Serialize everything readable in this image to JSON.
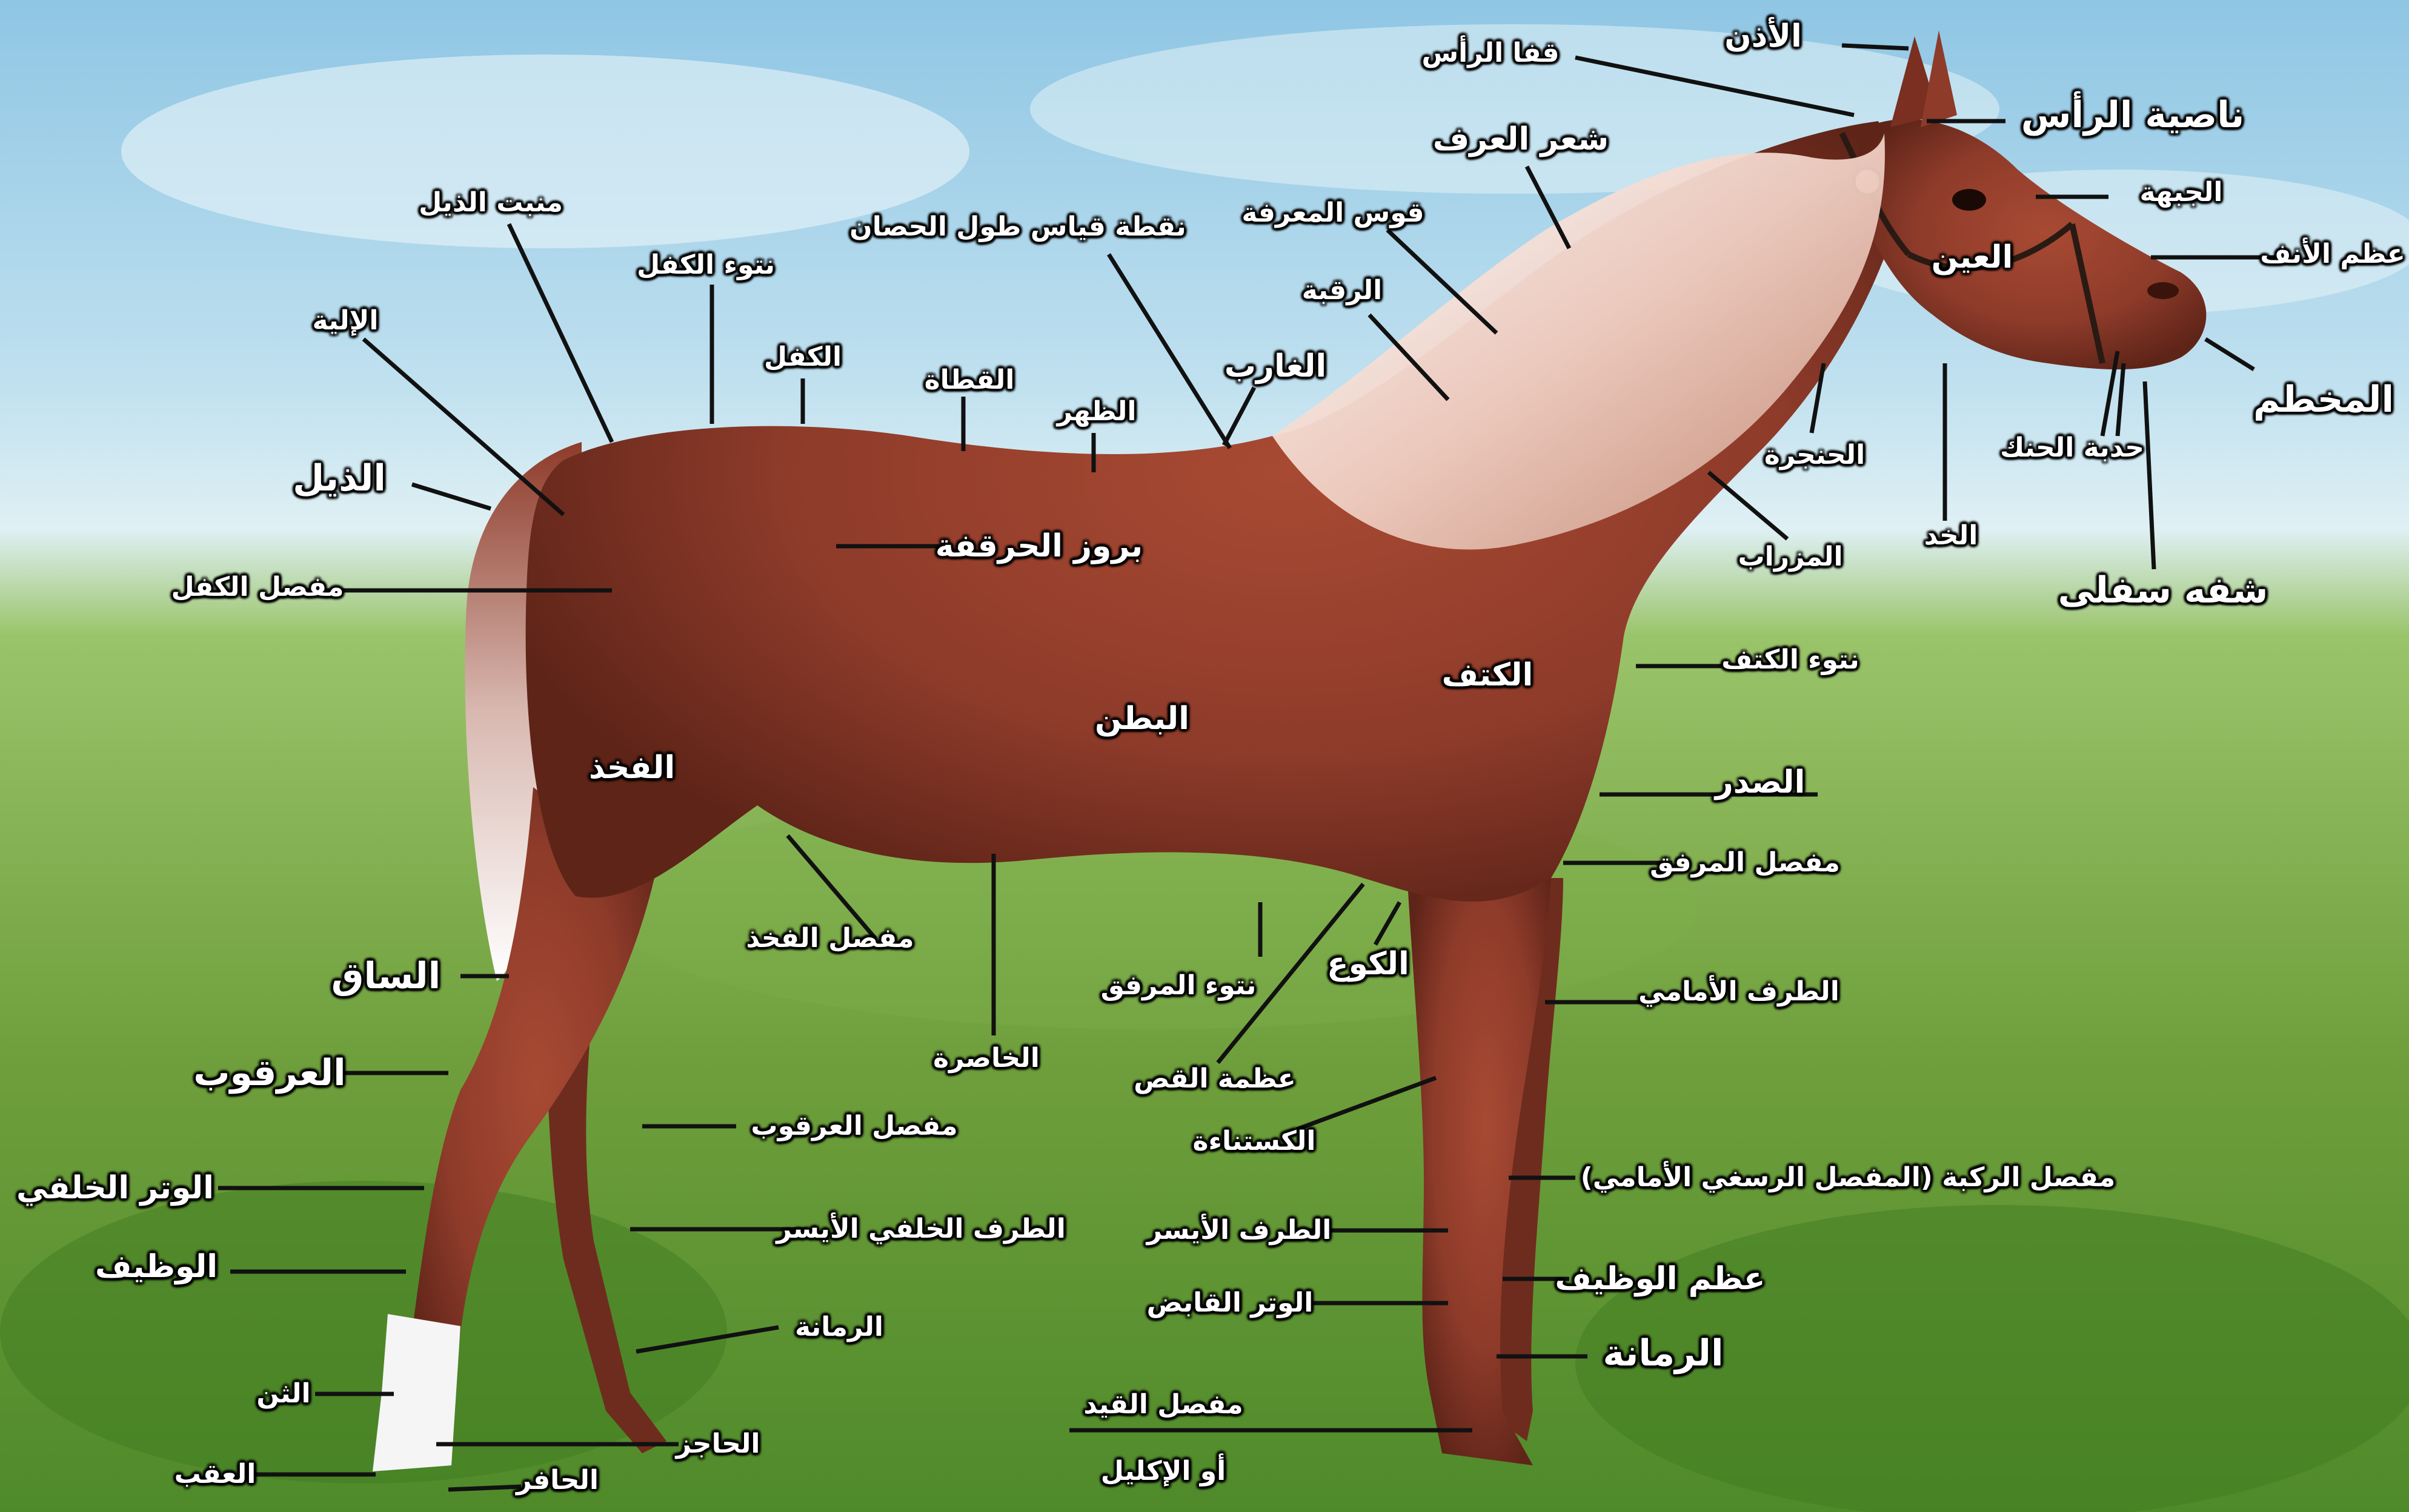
{
  "labels": {
    "ear": "الأذن",
    "poll": "قفا الرأس",
    "forelock": "ناصية الرأس",
    "mane": "شعر العرف",
    "forehead": "الجبهة",
    "crest": "قوس المعرفة",
    "nose_bone": "عظم الأنف",
    "eye": "العين",
    "dock": "منبت الذيل",
    "height_point": "نقطة قياس طول الحصان",
    "neck": "الرقبة",
    "point_of_croup": "نتوء الكفل",
    "muzzle": "المخطم",
    "buttock": "الإلية",
    "croup": "الكفل",
    "withers": "الغارب",
    "loin": "القطاة",
    "back": "الظهر",
    "throatlatch": "الحنجرة",
    "chin_groove": "حدبة الحنك",
    "tail": "الذيل",
    "cheek": "الخد",
    "hip_point": "بروز الحرقفة",
    "jugular": "المزراب",
    "lower_lip": "شفه سفلى",
    "hip_joint": "مفصل الكفل",
    "point_of_shoulder": "نتوء الكتف",
    "shoulder": "الكتف",
    "belly": "البطن",
    "thigh": "الفخذ",
    "chest": "الصدر",
    "elbow_joint": "مفصل المرفق",
    "stifle": "مفصل الفخذ",
    "gaskin": "الساق",
    "elbow_point": "نتوء المرفق",
    "forearm_front": "الكوع",
    "foreleg": "الطرف الأمامي",
    "flank": "الخاصرة",
    "hock": "العرقوب",
    "sternum": "عظمة القص",
    "hock_joint": "مفصل العرقوب",
    "chestnut": "الكستناءة",
    "hind_tendon": "الوتر الخلفي",
    "knee": "مفصل الركبة (المفصل الرسغي الأمامي)",
    "left_hind": "الطرف الخلفي الأيسر",
    "left_fore": "الطرف الأيسر",
    "cannon_hind": "الوظيف",
    "cannon_fore": "عظم الوظيف",
    "flexor_tendon": "الوتر القابض",
    "pastern_hind": "الرمانة",
    "fetlock_fore": "الرمانة",
    "ergot": "الثن",
    "fetlock_joint": "مفصل القيد",
    "coronet": "أو الإكليل",
    "coronet_hind": "الحاجز",
    "heel": "العقب",
    "hoof": "الحافر"
  },
  "colors": {
    "sky_top": "#a8d4e8",
    "grass": "#6a9a3a",
    "coat": "#8e3b2a",
    "mane": "#f0d8d0",
    "sock": "#f5f5f5",
    "leader": "#111111"
  }
}
